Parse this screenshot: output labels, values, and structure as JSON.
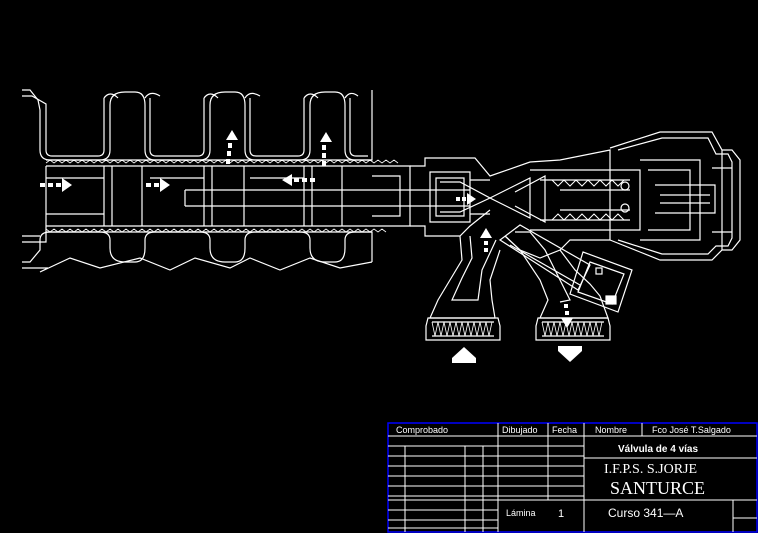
{
  "title_block": {
    "comprobado": "Comprobado",
    "dibujado": "Dibujado",
    "fecha": "Fecha",
    "nombre": "Nombre",
    "author": "Fco José T.Salgado",
    "drawing_title": "Válvula de 4 vías",
    "school": "I.F.P.S. S.JORJE",
    "city": "SANTURCE",
    "lamina_label": "Lámina",
    "lamina_number": "1",
    "course": "Curso 341—A"
  },
  "colors": {
    "background": "#000000",
    "line": "#ffffff",
    "border": "#0000ff"
  }
}
